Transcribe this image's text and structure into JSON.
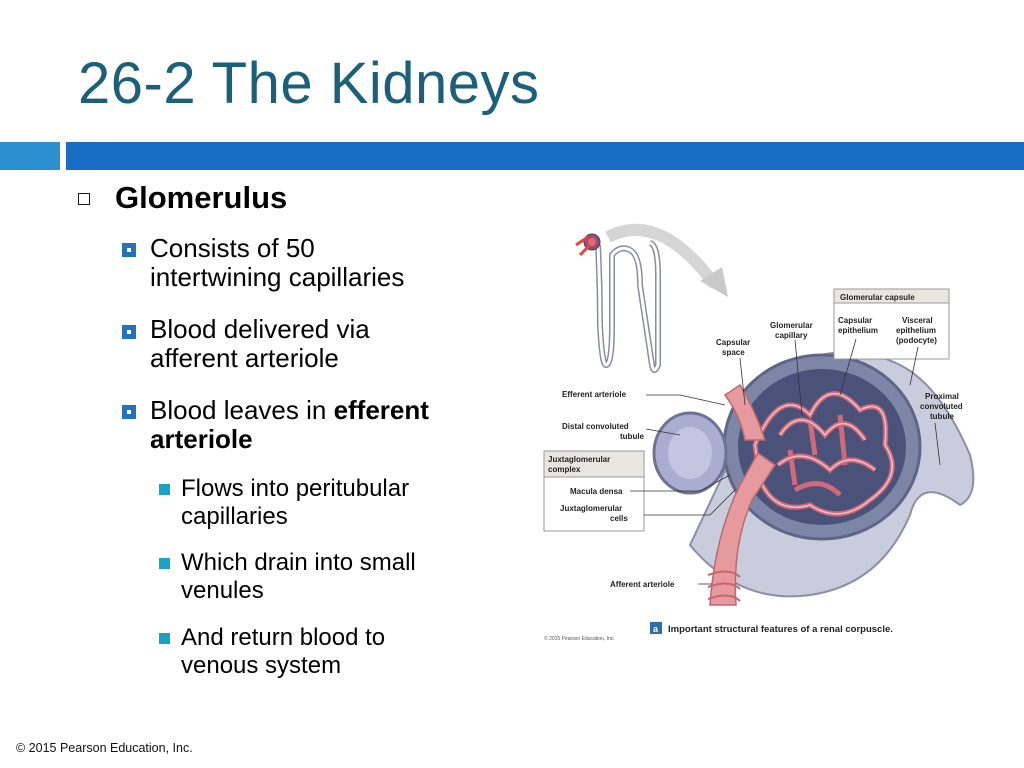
{
  "slide": {
    "title": "26-2 The Kidneys",
    "copyright": "© 2015 Pearson Education, Inc."
  },
  "bullets": {
    "main": "Glomerulus",
    "items": [
      {
        "line1": "Consists of 50",
        "line2": "intertwining capillaries"
      },
      {
        "line1": "Blood delivered via",
        "line2": "afferent arteriole"
      },
      {
        "line1_plain": "Blood leaves in ",
        "line1_bold": "efferent",
        "line2_bold": "arteriole"
      }
    ],
    "sub_items": [
      {
        "line1": "Flows into peritubular",
        "line2": "capillaries"
      },
      {
        "line1": "Which drain into small",
        "line2": "venules"
      },
      {
        "line1": "And return blood to",
        "line2": "venous system"
      }
    ]
  },
  "figure": {
    "box_glomerular_capsule": "Glomerular capsule",
    "label_capsular_epithelium_1": "Capsular",
    "label_capsular_epithelium_2": "epithelium",
    "label_visceral_1": "Visceral",
    "label_visceral_2": "epithelium",
    "label_visceral_3": "(podocyte)",
    "label_glomerular_capillary_1": "Glomerular",
    "label_glomerular_capillary_2": "capillary",
    "label_capsular_space_1": "Capsular",
    "label_capsular_space_2": "space",
    "label_efferent": "Efferent arteriole",
    "label_distal_1": "Distal convoluted",
    "label_distal_2": "tubule",
    "box_jg_1": "Juxtaglomerular",
    "box_jg_2": "complex",
    "label_macula": "Macula densa",
    "label_jg_cells_1": "Juxtaglomerular",
    "label_jg_cells_2": "cells",
    "label_proximal_1": "Proximal",
    "label_proximal_2": "convoluted",
    "label_proximal_3": "tubule",
    "label_afferent": "Afferent arteriole",
    "caption_letter": "a",
    "caption": "Important structural features of a renal corpuscle.",
    "figure_credit": "© 2015 Pearson Education, Inc.",
    "colors": {
      "tubule_fill": "#c9ccdc",
      "capsule_fill": "#7e86a8",
      "capillary": "#d0697a",
      "arteriole": "#e79a9e",
      "label_box": "#e9e6e1"
    }
  }
}
